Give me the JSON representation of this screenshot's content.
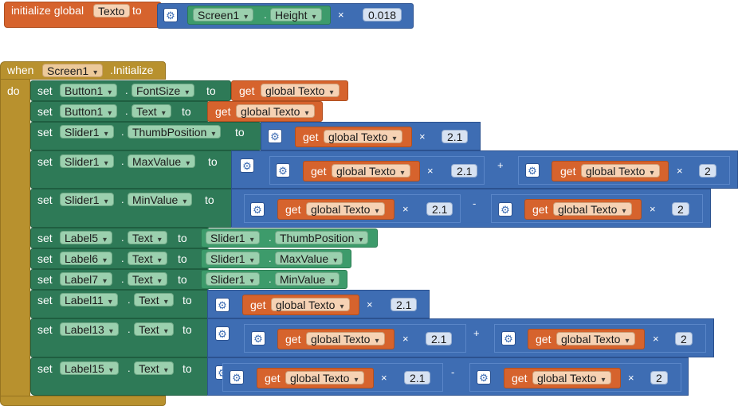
{
  "colors": {
    "variable_block": "#d6632d",
    "math_block": "#3e6db3",
    "component_setter": "#2e7a57",
    "component_getter": "#3d9b6b",
    "event_block": "#b8912e"
  },
  "icons": {
    "mutator": "gear-icon",
    "dropdown": "chevron-down-icon"
  },
  "global_init": {
    "prefix": "initialize global",
    "var_name": "Texto",
    "to": "to",
    "component": "Screen1",
    "property": "Height",
    "operator": "×",
    "number": "0.018"
  },
  "event": {
    "when": "when",
    "component": "Screen1",
    "event_name": ".Initialize",
    "do": "do"
  },
  "common": {
    "set": "set",
    "to": "to",
    "dot": ".",
    "get": "get",
    "var": "global Texto",
    "times": "×",
    "plus": "+",
    "minus": "-"
  },
  "rows": [
    {
      "component": "Button1",
      "property": "FontSize"
    },
    {
      "component": "Button1",
      "property": "Text"
    },
    {
      "component": "Slider1",
      "property": "ThumbPosition",
      "n1": "2.1"
    },
    {
      "component": "Slider1",
      "property": "MaxValue",
      "n1": "2.1",
      "n2": "2"
    },
    {
      "component": "Slider1",
      "property": "MinValue",
      "n1": "2.1",
      "n2": "2"
    },
    {
      "component": "Label5",
      "property": "Text",
      "src_component": "Slider1",
      "src_property": "ThumbPosition"
    },
    {
      "component": "Label6",
      "property": "Text",
      "src_component": "Slider1",
      "src_property": "MaxValue"
    },
    {
      "component": "Label7",
      "property": "Text",
      "src_component": "Slider1",
      "src_property": "MinValue"
    },
    {
      "component": "Label11",
      "property": "Text",
      "n1": "2.1"
    },
    {
      "component": "Label13",
      "property": "Text",
      "n1": "2.1",
      "n2": "2"
    },
    {
      "component": "Label15",
      "property": "Text",
      "n1": "2.1",
      "n2": "2"
    }
  ]
}
